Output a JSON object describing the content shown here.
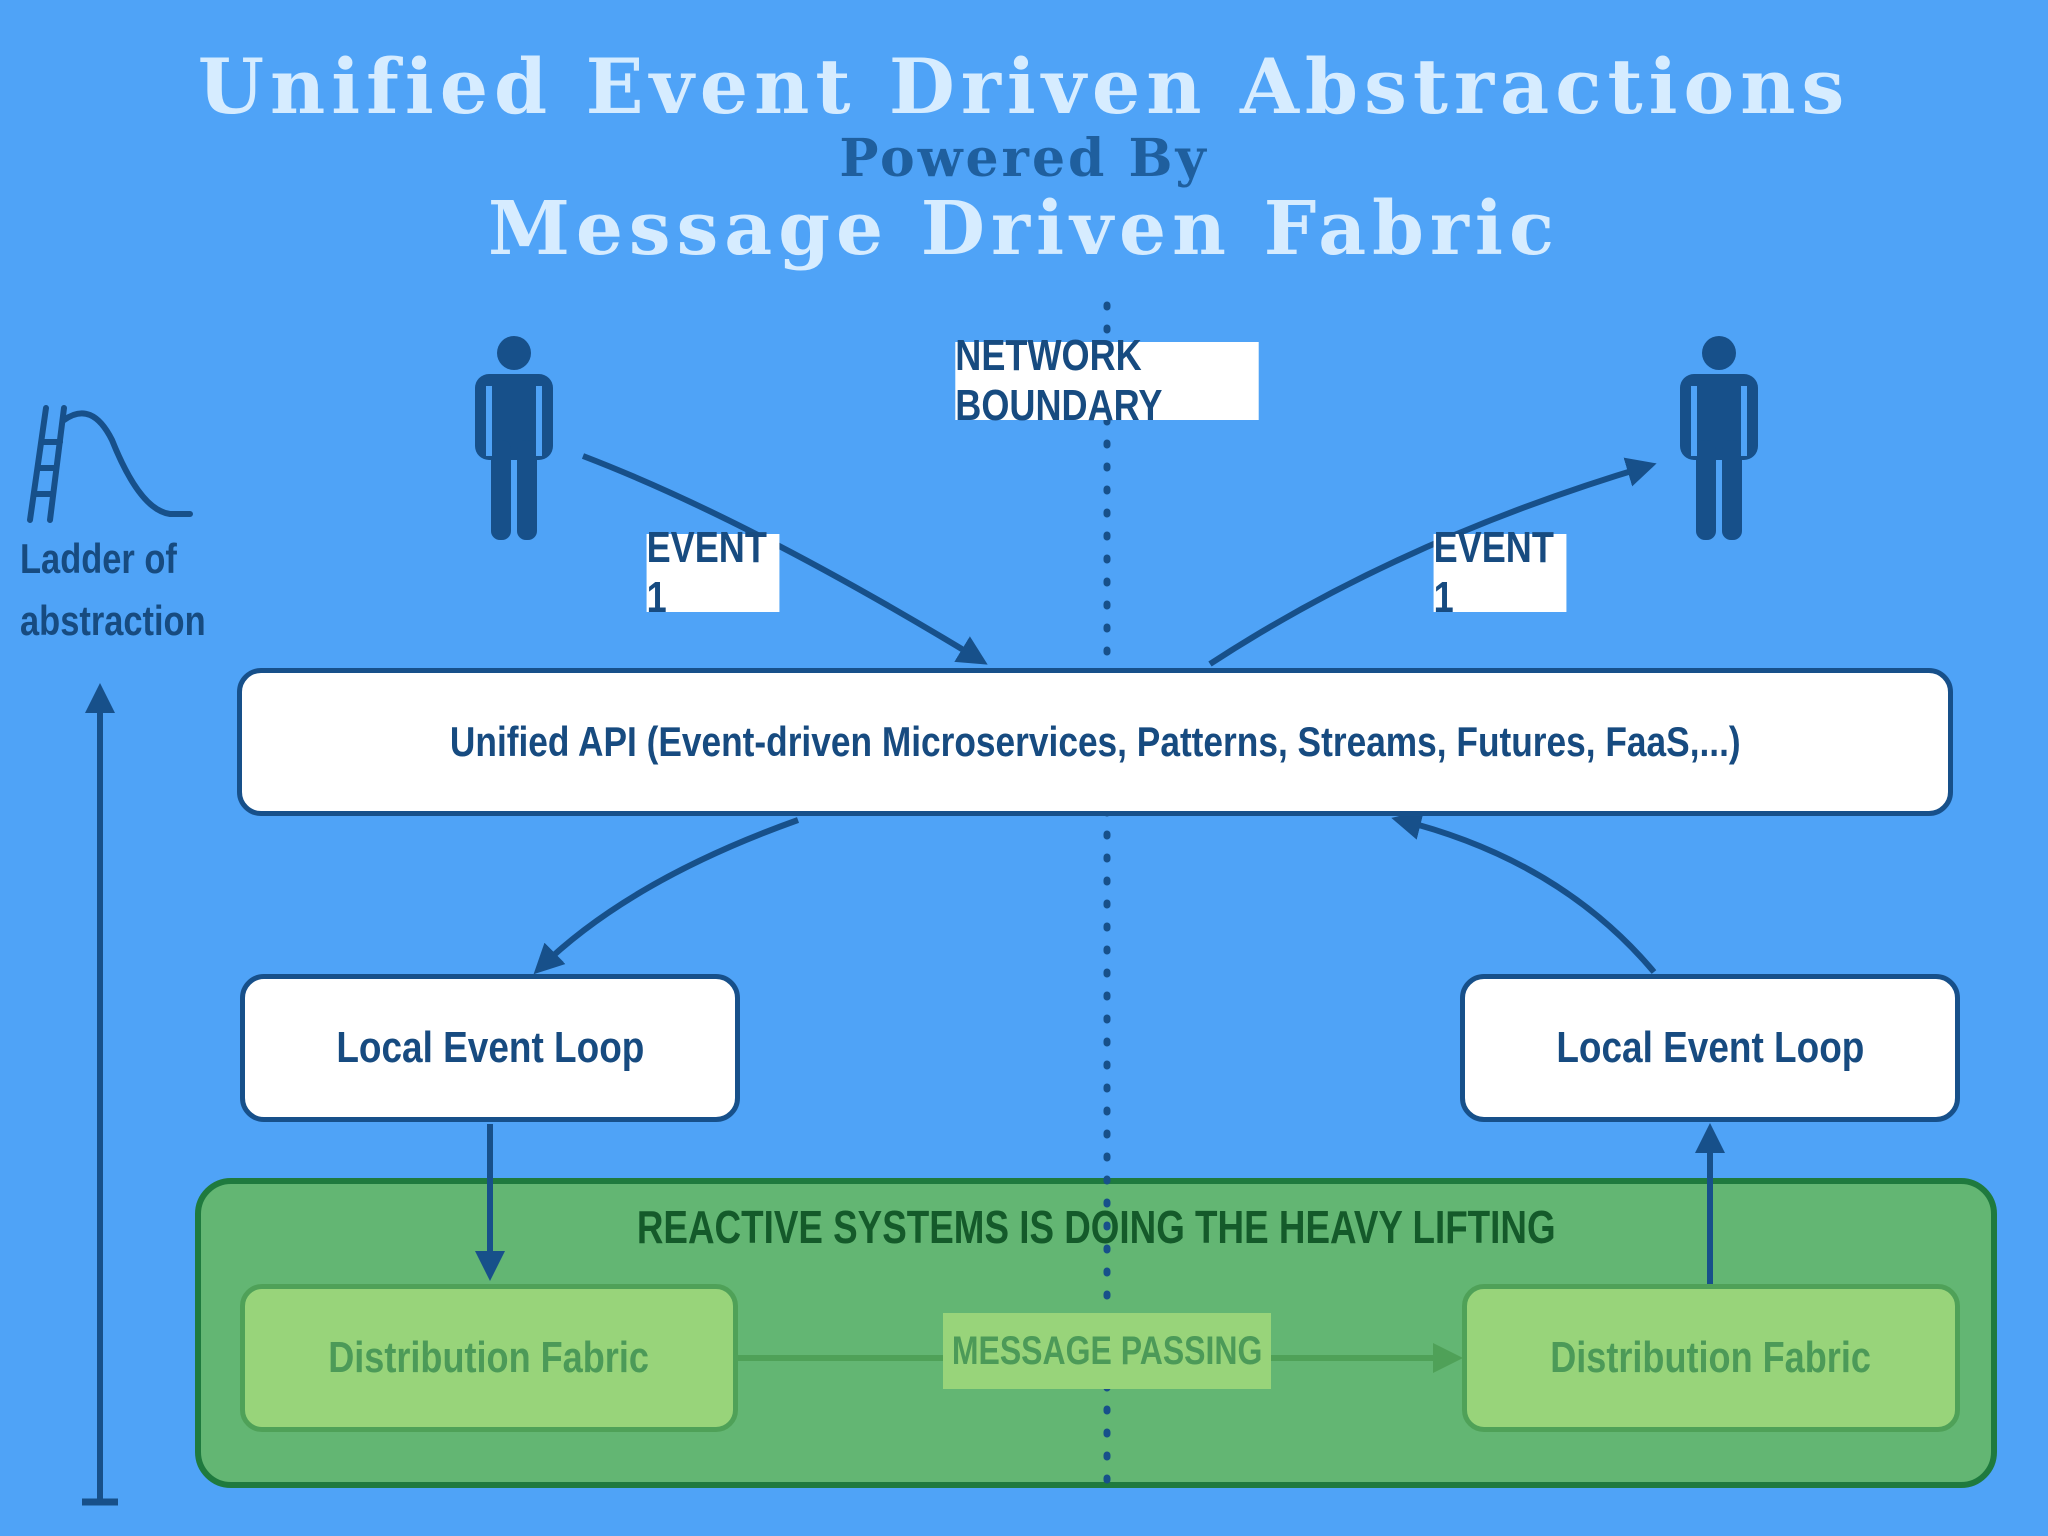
{
  "title": {
    "line1": "Unified Event Driven Abstractions",
    "line2": "Powered By",
    "line3": "Message Driven Fabric"
  },
  "labels": {
    "network_boundary": "NETWORK BOUNDARY",
    "event_left": "EVENT 1",
    "event_right": "EVENT 1",
    "message_passing": "MESSAGE PASSING",
    "reactive_title": "REACTIVE SYSTEMS IS DOING THE HEAVY LIFTING"
  },
  "boxes": {
    "unified_api": "Unified API (Event-driven Microservices, Patterns, Streams, Futures, FaaS,...)",
    "local_event_loop_left": "Local Event Loop",
    "local_event_loop_right": "Local Event Loop",
    "distribution_fabric_left": "Distribution Fabric",
    "distribution_fabric_right": "Distribution Fabric"
  },
  "ladder": {
    "line1": "Ladder of",
    "line2": "abstraction"
  },
  "colors": {
    "background": "#4fa3f7",
    "dark_blue": "#17508a",
    "green_area": "#63b673",
    "green_border": "#1f7a3e",
    "fabric_fill": "#98d47a"
  },
  "icons": [
    "person-icon-left",
    "person-icon-right",
    "slide-icon"
  ]
}
